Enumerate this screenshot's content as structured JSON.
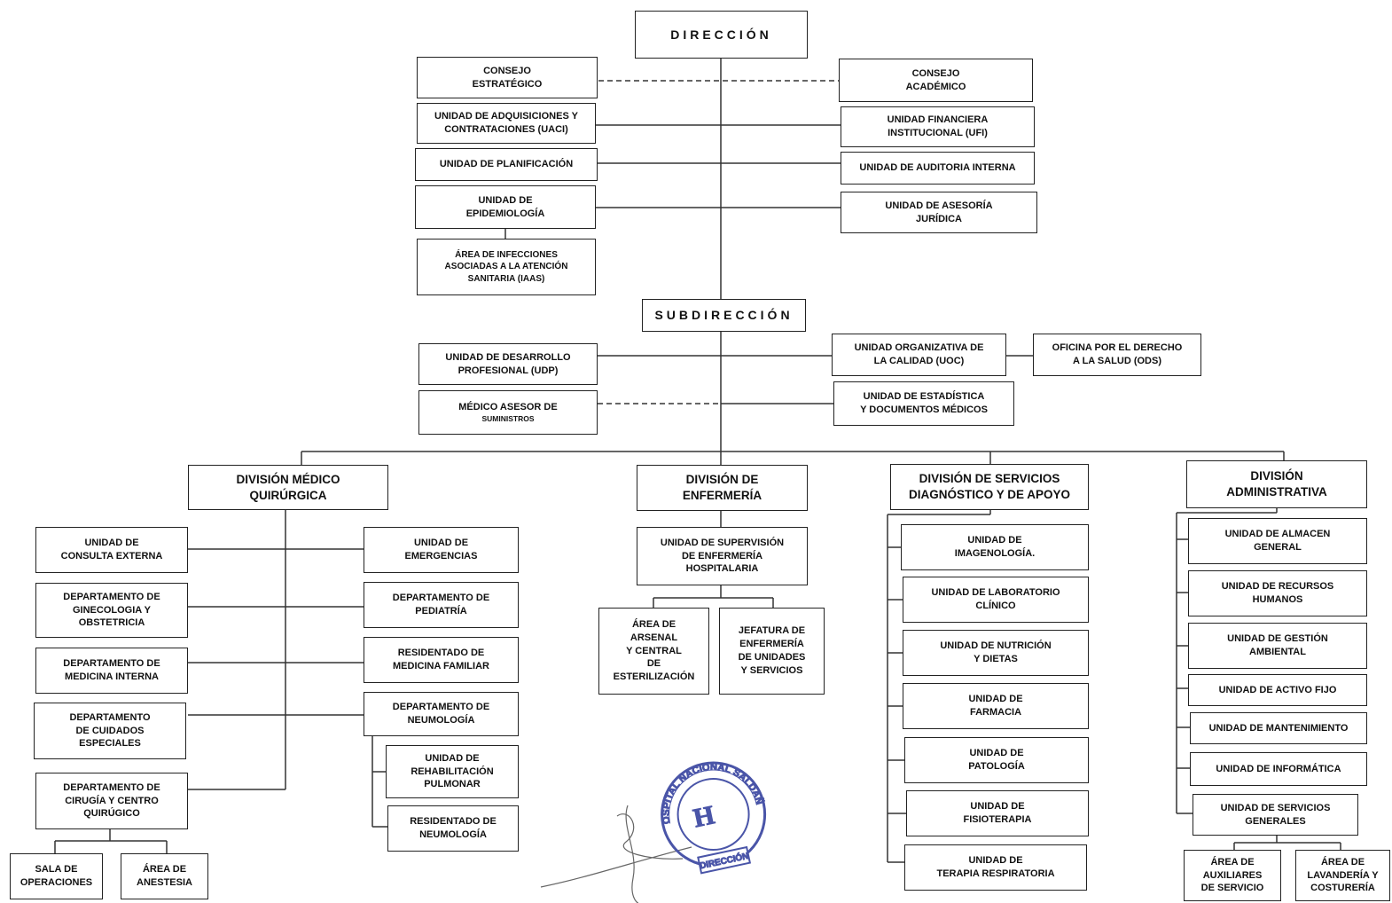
{
  "top": {
    "direccion": "DIRECCIÓN",
    "subdireccion": "SUBDIRECCIÓN"
  },
  "staff_left": [
    "CONSEJO\nESTRATÉGICO",
    "UNIDAD DE ADQUISICIONES Y\nCONTRATACIONES (UACI)",
    "UNIDAD DE PLANIFICACIÓN",
    "UNIDAD  DE\nEPIDEMIOLOGÍA",
    "ÁREA DE INFECCIONES\nASOCIADAS A LA ATENCIÓN\nSANITARIA  (IAAS)"
  ],
  "staff_right": [
    "CONSEJO\nACADÉMICO",
    "UNIDAD FINANCIERA\nINSTITUCIONAL (UFI)",
    "UNIDAD DE AUDITORIA INTERNA",
    "UNIDAD DE ASESORÍA\nJURÍDICA"
  ],
  "sub_staff": {
    "udp": "UNIDAD DE DESARROLLO\nPROFESIONAL (UDP)",
    "medico": "MÉDICO ASESOR  DE",
    "medico_sub": "SUMINISTROS",
    "uoc": "UNIDAD ORGANIZATIVA DE\nLA CALIDAD (UOC)",
    "ods": "OFICINA POR EL DERECHO\nA LA SALUD (ODS)",
    "estadistica": "UNIDAD DE ESTADÍSTICA\nY DOCUMENTOS MÉDICOS"
  },
  "divisions": {
    "medico": "DIVISIÓN MÉDICO\nQUIRÚRGICA",
    "enfermeria": "DIVISIÓN DE\nENFERMERÍA",
    "servicios": "DIVISIÓN DE SERVICIOS\nDIAGNÓSTICO Y DE APOYO",
    "administrativa": "DIVISIÓN\nADMINISTRATIVA"
  },
  "medico_left": [
    "UNIDAD DE\nCONSULTA EXTERNA",
    "DEPARTAMENTO  DE\nGINECOLOGIA Y\nOBSTETRICIA",
    "DEPARTAMENTO  DE\nMEDICINA INTERNA",
    "DEPARTAMENTO\nDE CUIDADOS\nESPECIALES",
    "DEPARTAMENTO DE\nCIRUGÍA Y CENTRO\nQUIRÚGICO"
  ],
  "medico_left_sub": [
    "SALA DE\nOPERACIONES",
    "ÁREA DE\nANESTESIA"
  ],
  "medico_right": [
    "UNIDAD  DE\nEMERGENCIAS",
    "DEPARTAMENTO DE\nPEDIATRÍA",
    "RESIDENTADO DE\nMEDICINA FAMILIAR",
    "DEPARTAMENTO DE\nNEUMOLOGÍA"
  ],
  "neumo_sub": [
    "UNIDAD DE\nREHABILITACIÓN\nPULMONAR",
    "RESIDENTADO DE\nNEUMOLOGÍA"
  ],
  "enfermeria_unit": "UNIDAD DE SUPERVISIÓN\nDE ENFERMERÍA\nHOSPITALARIA",
  "enfermeria_sub": [
    "ÁREA  DE\nARSENAL\nY CENTRAL\nDE\nESTERILIZACIÓN",
    "JEFATURA DE\nENFERMERÍA\nDE UNIDADES\nY SERVICIOS"
  ],
  "servicios_units": [
    "UNIDAD DE\nIMAGENOLOGÍA.",
    "UNIDAD DE LABORATORIO\nCLÍNICO",
    "UNIDAD DE NUTRICIÓN\nY DIETAS",
    "UNIDAD DE\nFARMACIA",
    "UNIDAD DE\nPATOLOGÍA",
    "UNIDAD DE\nFISIOTERAPIA",
    "UNIDAD DE\nTERAPIA  RESPIRATORIA"
  ],
  "admin_units": [
    "UNIDAD DE ALMACEN\nGENERAL",
    "UNIDAD DE RECURSOS\nHUMANOS",
    "UNIDAD DE GESTIÓN\nAMBIENTAL",
    "UNIDAD DE ACTIVO FIJO",
    "UNIDAD DE MANTENIMIENTO",
    "UNIDAD DE INFORMÁTICA",
    "UNIDAD DE SERVICIOS\nGENERALES"
  ],
  "admin_sub": [
    "ÁREA DE\nAUXILIARES\nDE SERVICIO",
    "ÁREA DE\nLAVANDERÍA Y\nCOSTURERÍA"
  ],
  "seal": {
    "ring_text": "HOSPITAL NACIONAL SALDAÑA",
    "center_mark": "H",
    "bottom_text": "DIRECCIÓN",
    "ink_color": "#4a55a8"
  }
}
